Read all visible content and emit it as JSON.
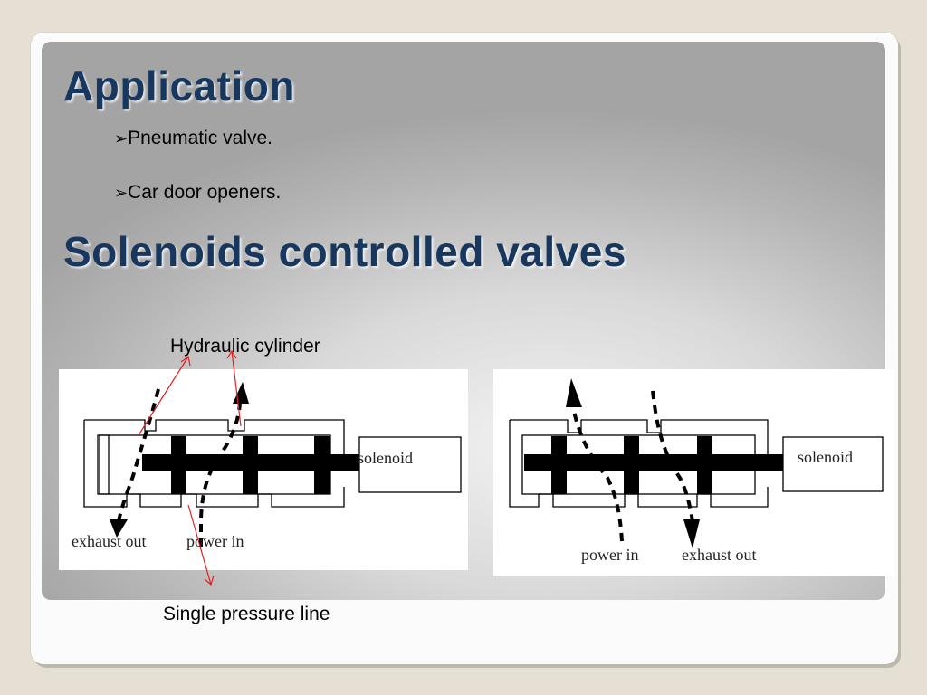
{
  "slide": {
    "title_top": "Application",
    "bullets": [
      {
        "arrow": "➢",
        "text": "Pneumatic valve."
      },
      {
        "arrow": "➢",
        "text": "Car door openers."
      }
    ],
    "title_bottom": "Solenoids controlled valves"
  },
  "annotations": {
    "hydraulic": "Hydraulic cylinder",
    "pressure": "Single pressure line"
  },
  "diagrams": {
    "left": {
      "solenoid": "solenoid",
      "exhaust": "exhaust out",
      "power": "power in"
    },
    "right": {
      "solenoid": "solenoid",
      "power": "power in",
      "exhaust": "exhaust out"
    }
  },
  "colors": {
    "title": "#17375e",
    "annotation_line": "#e02020"
  }
}
